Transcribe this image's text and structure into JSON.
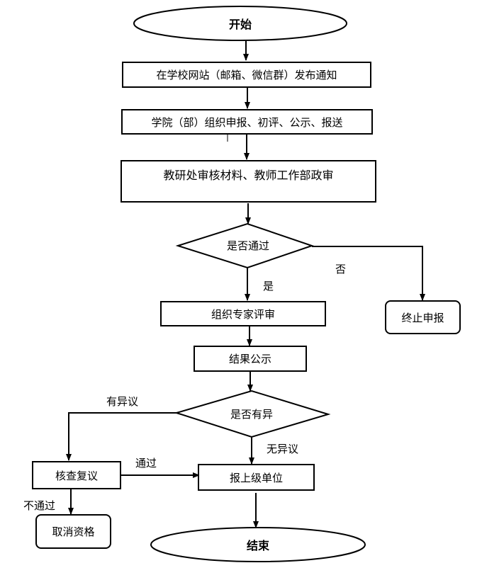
{
  "flowchart": {
    "start": "开始",
    "step_publish": "在学校网站（邮箱、微信群）发布通知",
    "step_college": "学院（部）组织申报、初评、公示、报送",
    "step_review": "教研处审核材料、教师工作部政审",
    "decision_pass": "是否通过",
    "label_no": "否",
    "label_yes": "是",
    "terminate": "终止申报",
    "step_expert": "组织专家评审",
    "step_publicize": "结果公示",
    "decision_objection": "是否有异",
    "label_has_objection": "有异议",
    "label_no_objection": "无异议",
    "step_recheck": "核查复议",
    "label_pass": "通过",
    "label_fail": "不通过",
    "step_report": "报上级单位",
    "cancel": "取消资格",
    "end": "结束"
  }
}
